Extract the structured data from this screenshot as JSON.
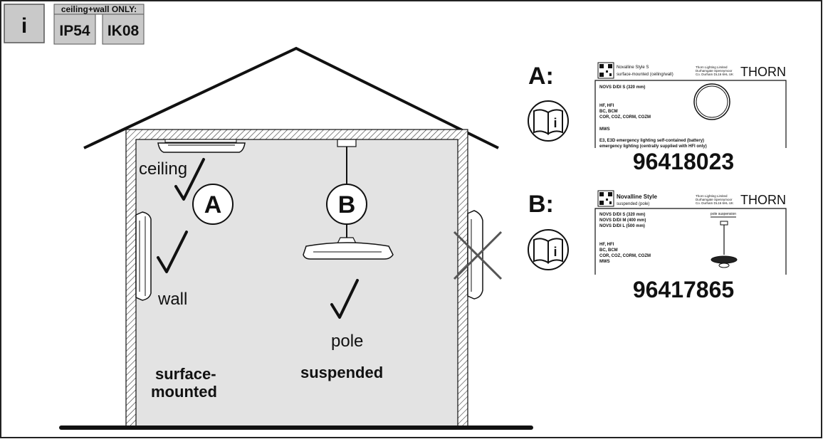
{
  "info_badge": "i",
  "rating": {
    "header": "ceiling+wall ONLY:",
    "ip": "IP54",
    "ik": "IK08"
  },
  "diagram": {
    "labels": {
      "ceiling": "ceiling",
      "wall": "wall",
      "pole": "pole",
      "surface_mounted_line1": "surface-",
      "surface_mounted_line2": "mounted",
      "suspended": "suspended"
    },
    "markers": {
      "a": "A",
      "b": "B"
    },
    "checks": [
      "ceiling",
      "wall",
      "pole"
    ],
    "not_allowed": "right-wall"
  },
  "variant_a": {
    "title": "A:",
    "label_card": {
      "product": "Novalline Style S",
      "mounting": "surface-mounted (ceiling/wall)",
      "company_lines": [
        "Thorn Lighting Limited",
        "Durhamgate Spennymoor",
        "Co. Durham DL16 6HL UK"
      ],
      "brand": "THORN",
      "code": "NOVS D/DI S (320 mm)",
      "options": [
        "HF, HFI",
        "BC, BCM",
        "COR, COZ, CORM, COZM"
      ],
      "option_mws": "MWS",
      "emergency_lines": [
        "E3, E3D emergency lighting self-contained (battery)",
        "emergency lighting (centrally supplied with HFI only)"
      ]
    },
    "article_number": "96418023"
  },
  "variant_b": {
    "title": "B:",
    "label_card": {
      "product": "Novalline Style",
      "mounting": "suspended (pole)",
      "company_lines": [
        "Thorn Lighting Limited",
        "Durhamgate Spennymoor",
        "Co. Durham DL16 6HL UK"
      ],
      "brand": "THORN",
      "codes": [
        "NOVS D/DI S (320 mm)",
        "NOVS D/DI M (400 mm)",
        "NOVS D/DI L (500 mm)"
      ],
      "pole_caption": "pole suspension",
      "options": [
        "HF, HFI",
        "BC, BCM",
        "COR, COZ, CORM, COZM",
        "MWS"
      ]
    },
    "article_number": "96417865"
  },
  "colors": {
    "room_fill": "#e3e3e3",
    "badge_fill": "#c9c9c9",
    "line": "#111111",
    "cross": "#555555"
  }
}
